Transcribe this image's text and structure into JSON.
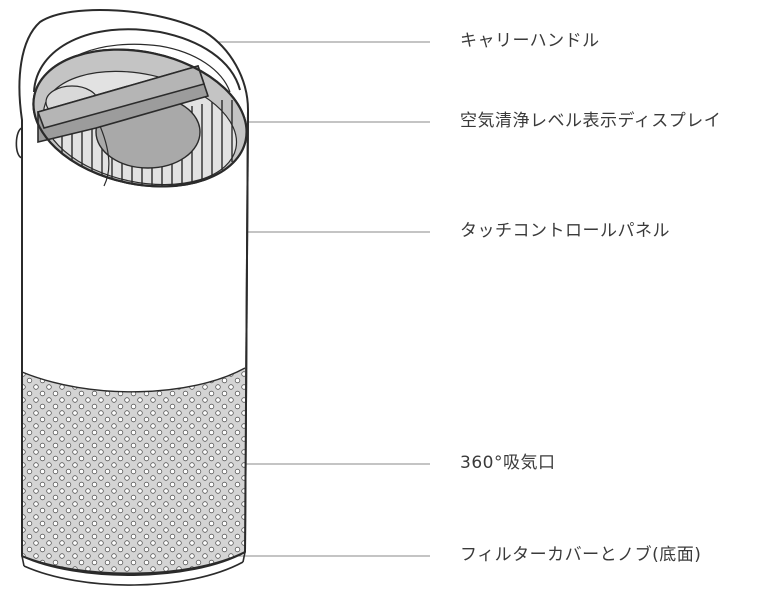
{
  "callouts": {
    "carry_handle": "キャリーハンドル",
    "air_quality_display": "空気清浄レベル表示ディスプレイ",
    "touch_control_panel": "タッチコントロールパネル",
    "air_intake_360": "360°吸気口",
    "filter_cover_knob": "フィルターカバーとノブ(底面)"
  },
  "colors": {
    "outline": "#2b2b2b",
    "leader_line": "#8a8a8a",
    "mesh_fill": "#d4d4d4",
    "interior_fill": "#bdbdbd",
    "display_fill": "#a9a9a9",
    "text": "#3a3a3a"
  }
}
